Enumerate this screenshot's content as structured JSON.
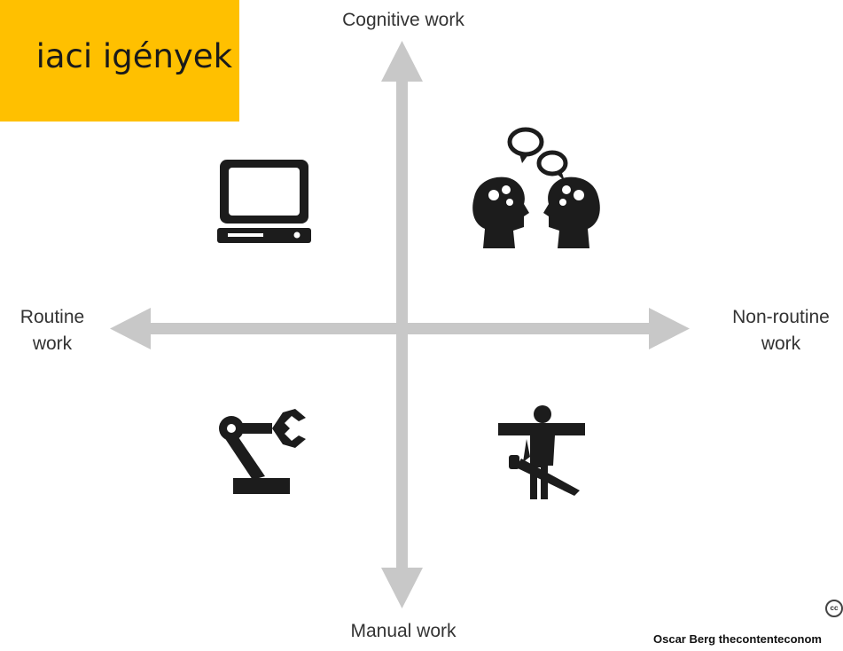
{
  "title": "iaci igények",
  "axes": {
    "top": "Cognitive work",
    "bottom": "Manual work",
    "left": "Routine\nwork",
    "right": "Non-routine\nwork"
  },
  "quadrants": {
    "top_left": "computer-icon",
    "top_right": "collaborating-heads-icon",
    "bottom_left": "robotic-arm-icon",
    "bottom_right": "carpenter-icon"
  },
  "credit": "Oscar Berg thecontenteconom",
  "license_badge": "cc",
  "colors": {
    "title_bg": "#ffc000",
    "axis": "#c8c8c8",
    "icon": "#1c1c1c"
  }
}
